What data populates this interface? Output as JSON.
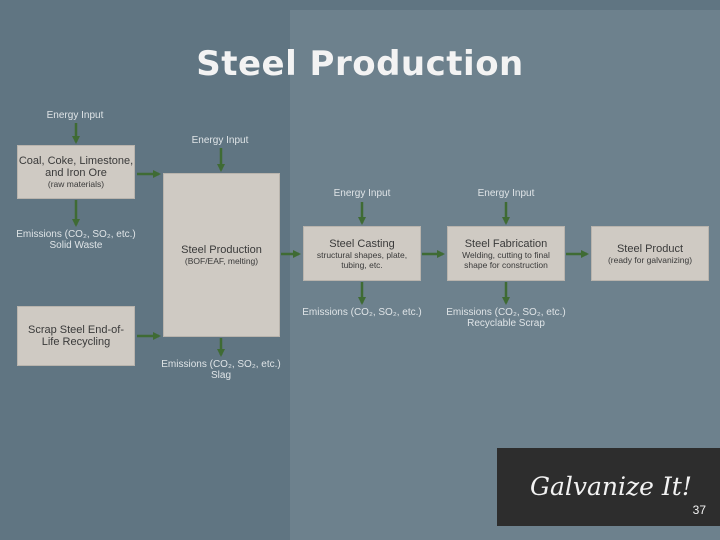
{
  "title": "Steel Production",
  "energy_inputs": {
    "raw": "Energy Input",
    "steel_production": "Energy Input",
    "casting": "Energy Input",
    "fabrication": "Energy Input"
  },
  "boxes": {
    "raw": {
      "main": "Coal, Coke, Limestone, and Iron Ore",
      "sub": "(raw materials)"
    },
    "scrap": {
      "main": "Scrap Steel End-of-Life Recycling"
    },
    "steel_production": {
      "main": "Steel Production",
      "sub": "(BOF/EAF, melting)"
    },
    "casting": {
      "main": "Steel Casting",
      "sub": "structural shapes, plate, tubing, etc."
    },
    "fabrication": {
      "main": "Steel Fabrication",
      "sub": "Welding, cutting to final shape for construction"
    },
    "product": {
      "main": "Steel Product",
      "sub": "(ready for galvanizing)"
    }
  },
  "emissions": {
    "raw": {
      "line1": "Emissions (CO₂, SO₂, etc.)",
      "line2": "Solid Waste"
    },
    "steel_production": {
      "line1": "Emissions (CO₂, SO₂, etc.)",
      "line2": "Slag"
    },
    "casting": {
      "line1": "Emissions (CO₂, SO₂, etc.)"
    },
    "fabrication": {
      "line1": "Emissions (CO₂, SO₂, etc.)",
      "line2": "Recyclable Scrap"
    }
  },
  "brand": {
    "name": "Galvanize It!"
  },
  "page_number": "37",
  "colors": {
    "arrow": "#3f6b34",
    "box": "#cfcac3",
    "background": "#607582"
  }
}
